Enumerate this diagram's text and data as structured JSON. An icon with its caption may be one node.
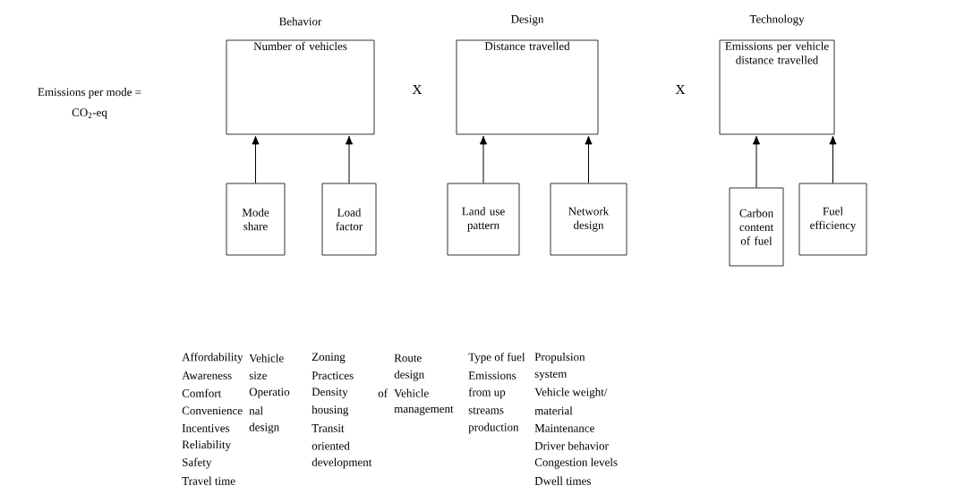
{
  "diagram": {
    "nodes": [
      {
        "text": [
          "Behavior",
          "Number of vehicles"
        ]
      },
      {
        "text": [
          "Design",
          "Distance travelled"
        ]
      },
      {
        "text": [
          "Technology",
          "Emissions per vehicle distance travelled"
        ]
      },
      {
        "text": [
          "Mode share"
        ]
      },
      {
        "text": [
          "Load factor"
        ]
      },
      {
        "text": [
          "Land use pattern"
        ]
      },
      {
        "text": [
          "Network design"
        ]
      },
      {
        "text": [
          "Carbon content of fuel"
        ]
      },
      {
        "text": [
          "Fuel efficiency"
        ]
      }
    ],
    "edges": [
      {
        "from": 3,
        "to": 0,
        "arrow": "to"
      },
      {
        "from": 4,
        "to": 0,
        "arrow": "to"
      },
      {
        "from": 5,
        "to": 1,
        "arrow": "to"
      },
      {
        "from": 6,
        "to": 1,
        "arrow": "to"
      },
      {
        "from": 7,
        "to": 2,
        "arrow": "to"
      },
      {
        "from": 8,
        "to": 2,
        "arrow": "to"
      }
    ],
    "labels": [
      "Emissions per mode =",
      "CO$_{2}$-eq",
      "X",
      "X",
      "Affordability",
      "Awareness",
      "Comfort",
      "Convenience",
      "Incentives",
      "Reliability",
      "Safety",
      "Travel time",
      "Vehicle",
      "size",
      "Operatio",
      "nal",
      "design",
      "Zoning",
      "Practices",
      "Density",
      "housing",
      "Transit",
      "oriented",
      "development",
      "of",
      "Route",
      "design",
      "Vehicle",
      "management",
      "Type of fuel",
      "Emissions",
      "from up",
      "streams",
      "production",
      "Propulsion",
      "system",
      "Vehicle weight/",
      "material",
      "Maintenance",
      "Driver behavior",
      "Congestion levels",
      "Dwell times"
    ]
  }
}
